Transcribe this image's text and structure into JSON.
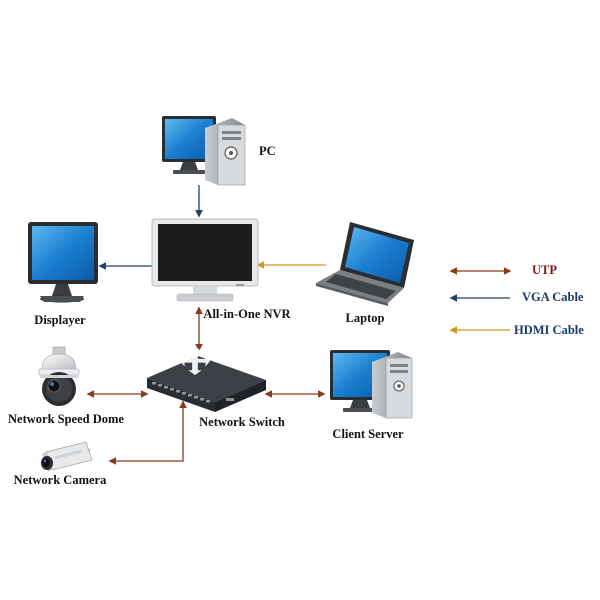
{
  "devices": {
    "pc": "PC",
    "nvr": "All-in-One NVR",
    "displayer": "Displayer",
    "laptop": "Laptop",
    "switch": "Network Switch",
    "client_server": "Client Server",
    "speed_dome": "Network Speed Dome",
    "camera": "Network Camera"
  },
  "legend": [
    {
      "label": "UTP",
      "color": "#8a3a1a",
      "text_color": "#7a1a10"
    },
    {
      "label": "VGA Cable",
      "color": "#1f3f66",
      "text_color": "#1a3a6a"
    },
    {
      "label": "HDMI  Cable",
      "color": "#c99a1a",
      "text_color": "#1a3a6a"
    }
  ],
  "colors": {
    "utp": "#8a3a1a",
    "vga": "#1f3f66",
    "hdmi": "#c99a1a",
    "screen": "#1a7fd0",
    "case": "#9ea3a8"
  }
}
